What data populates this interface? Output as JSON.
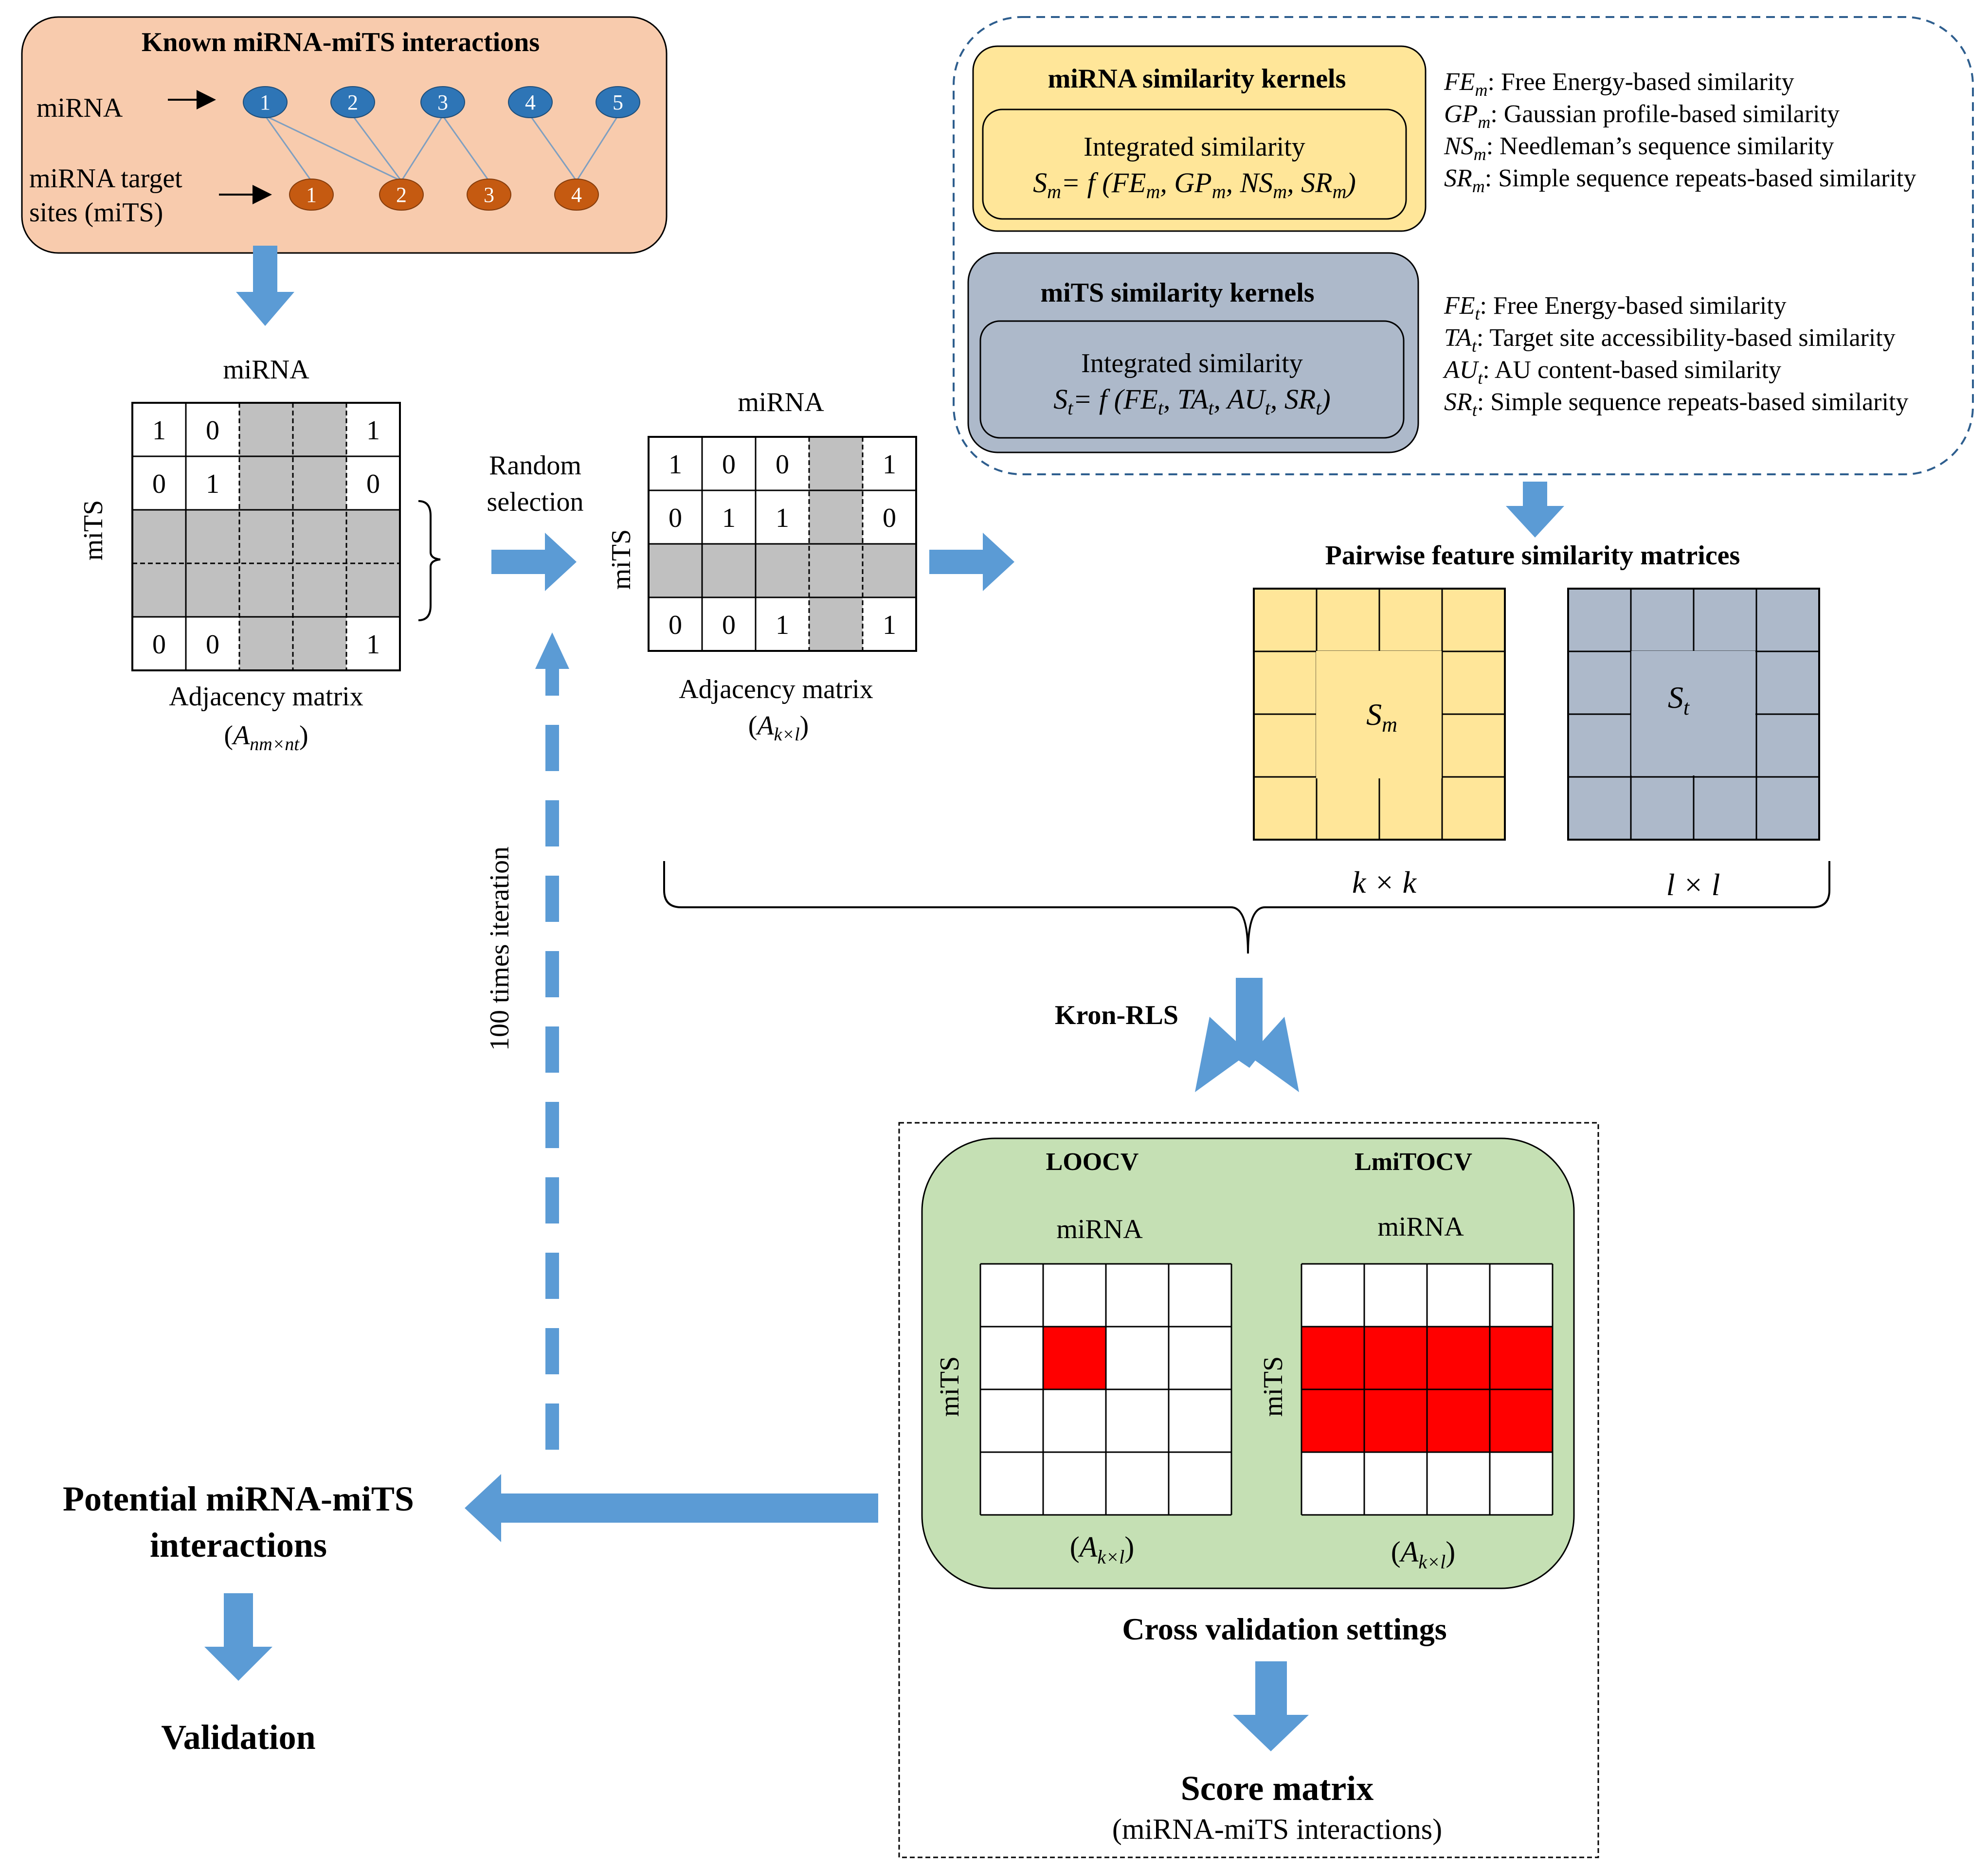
{
  "known": {
    "title": "Known miRNA-miTS interactions",
    "mirna_label": "miRNA",
    "target_label_line1": "miRNA target",
    "target_label_line2": "sites (miTS)",
    "mirna_nodes": [
      "1",
      "2",
      "3",
      "4",
      "5"
    ],
    "mits_nodes": [
      "1",
      "2",
      "3",
      "4"
    ]
  },
  "adjacency_full": {
    "col_label": "miRNA",
    "row_label": "miTS",
    "caption": "Adjacency matrix",
    "caption_sub_base": "A",
    "caption_sub": "nm×nt",
    "cells": [
      [
        "1",
        "0",
        "",
        "",
        "1"
      ],
      [
        "0",
        "1",
        "",
        "",
        "0"
      ],
      [
        "0",
        "0",
        "",
        "",
        "1"
      ]
    ]
  },
  "random_selection": {
    "line1": "Random",
    "line2": "selection"
  },
  "adjacency_sub": {
    "col_label": "miRNA",
    "row_label": "miTS",
    "caption": "Adjacency matrix",
    "caption_sub_base": "A",
    "caption_sub": "k×l",
    "cells": [
      [
        "1",
        "0",
        "0",
        "",
        "1"
      ],
      [
        "0",
        "1",
        "1",
        "",
        "0"
      ],
      [
        "0",
        "0",
        "1",
        "",
        "1"
      ]
    ]
  },
  "kernels": {
    "mirna_title": "miRNA similarity kernels",
    "mirna_integrated": "Integrated similarity",
    "mirna_formula": "S_m= f(FE_m, GP_m, NS_m, SR_m)",
    "mits_title": "miTS similarity kernels",
    "mits_integrated": "Integrated similarity",
    "mits_formula": "S_t= f(FE_t, TA_t, AU_t, SR_t)",
    "mirna_legend": [
      {
        "sym": "FE",
        "sub": "m",
        "desc": ": Free Energy-based similarity"
      },
      {
        "sym": "GP",
        "sub": "m",
        "desc": ": Gaussian profile-based similarity"
      },
      {
        "sym": "NS",
        "sub": "m",
        "desc": ": Needleman’s sequence similarity"
      },
      {
        "sym": "SR",
        "sub": "m",
        "desc": ": Simple sequence repeats-based similarity"
      }
    ],
    "mits_legend": [
      {
        "sym": "FE",
        "sub": "t",
        "desc": ": Free Energy-based similarity"
      },
      {
        "sym": "TA",
        "sub": "t",
        "desc": ": Target site accessibility-based similarity"
      },
      {
        "sym": "AU",
        "sub": "t",
        "desc": ": AU content-based similarity"
      },
      {
        "sym": "SR",
        "sub": "t",
        "desc": ": Simple sequence repeats-based similarity"
      }
    ]
  },
  "pairwise": {
    "title": "Pairwise feature similarity matrices",
    "sm_base": "S",
    "sm_sub": "m",
    "st_base": "S",
    "st_sub": "t",
    "sm_dims": "k × k",
    "st_dims": "l × l"
  },
  "kron": "Kron-RLS",
  "iteration": "100 times iteration",
  "cv": {
    "loocv": "LOOCV",
    "lmitocv": "LmiTOCV",
    "col_label": "miRNA",
    "row_label": "miTS",
    "caption_base": "A",
    "caption_sub": "k×l",
    "settings_label": "Cross validation settings"
  },
  "score": {
    "title": "Score matrix",
    "subtitle": "(miRNA-miTS interactions)"
  },
  "potential": {
    "line1": "Potential miRNA-miTS",
    "line2": "interactions"
  },
  "validation": "Validation",
  "colors": {
    "orange_panel": "#F8CBAD",
    "blue_node": "#2E75B6",
    "orange_node": "#C55A11",
    "arrow_blue": "#5B9BD5",
    "gray_cell": "#C0C0C0",
    "yellow_panel": "#FFE699",
    "slate_panel": "#ADB9CA",
    "green_panel": "#C5E0B4",
    "red_cell": "#FF0000"
  }
}
